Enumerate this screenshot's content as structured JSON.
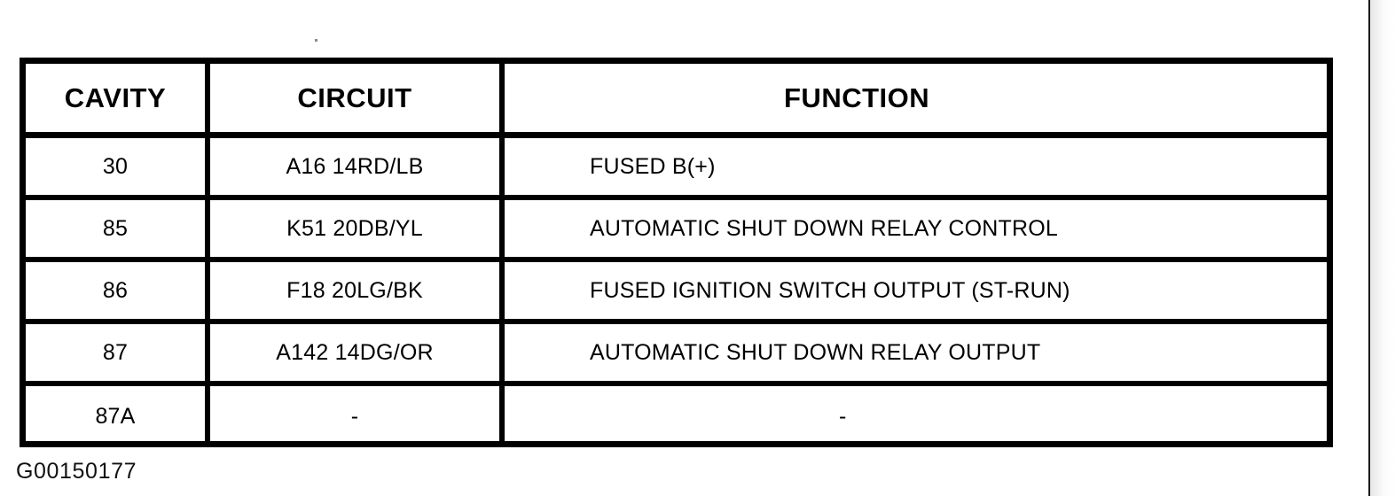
{
  "figure": {
    "id_label": "G00150177"
  },
  "table": {
    "name": "relay-connector-pinout",
    "columns": [
      {
        "key": "cavity",
        "header": "CAVITY"
      },
      {
        "key": "circuit",
        "header": "CIRCUIT"
      },
      {
        "key": "function",
        "header": "FUNCTION"
      }
    ],
    "rows": [
      {
        "cavity": "30",
        "circuit": "A16 14RD/LB",
        "function": "FUSED B(+)"
      },
      {
        "cavity": "85",
        "circuit": "K51 20DB/YL",
        "function": "AUTOMATIC SHUT DOWN RELAY CONTROL"
      },
      {
        "cavity": "86",
        "circuit": "F18 20LG/BK",
        "function": "FUSED IGNITION SWITCH OUTPUT (ST-RUN)"
      },
      {
        "cavity": "87",
        "circuit": "A142 14DG/OR",
        "function": "AUTOMATIC SHUT DOWN RELAY OUTPUT"
      },
      {
        "cavity": "87A",
        "circuit": "-",
        "function": "-"
      }
    ]
  },
  "colors": {
    "ink": "#000000",
    "paper": "#ffffff",
    "page_rule": "#1a1a1a"
  }
}
